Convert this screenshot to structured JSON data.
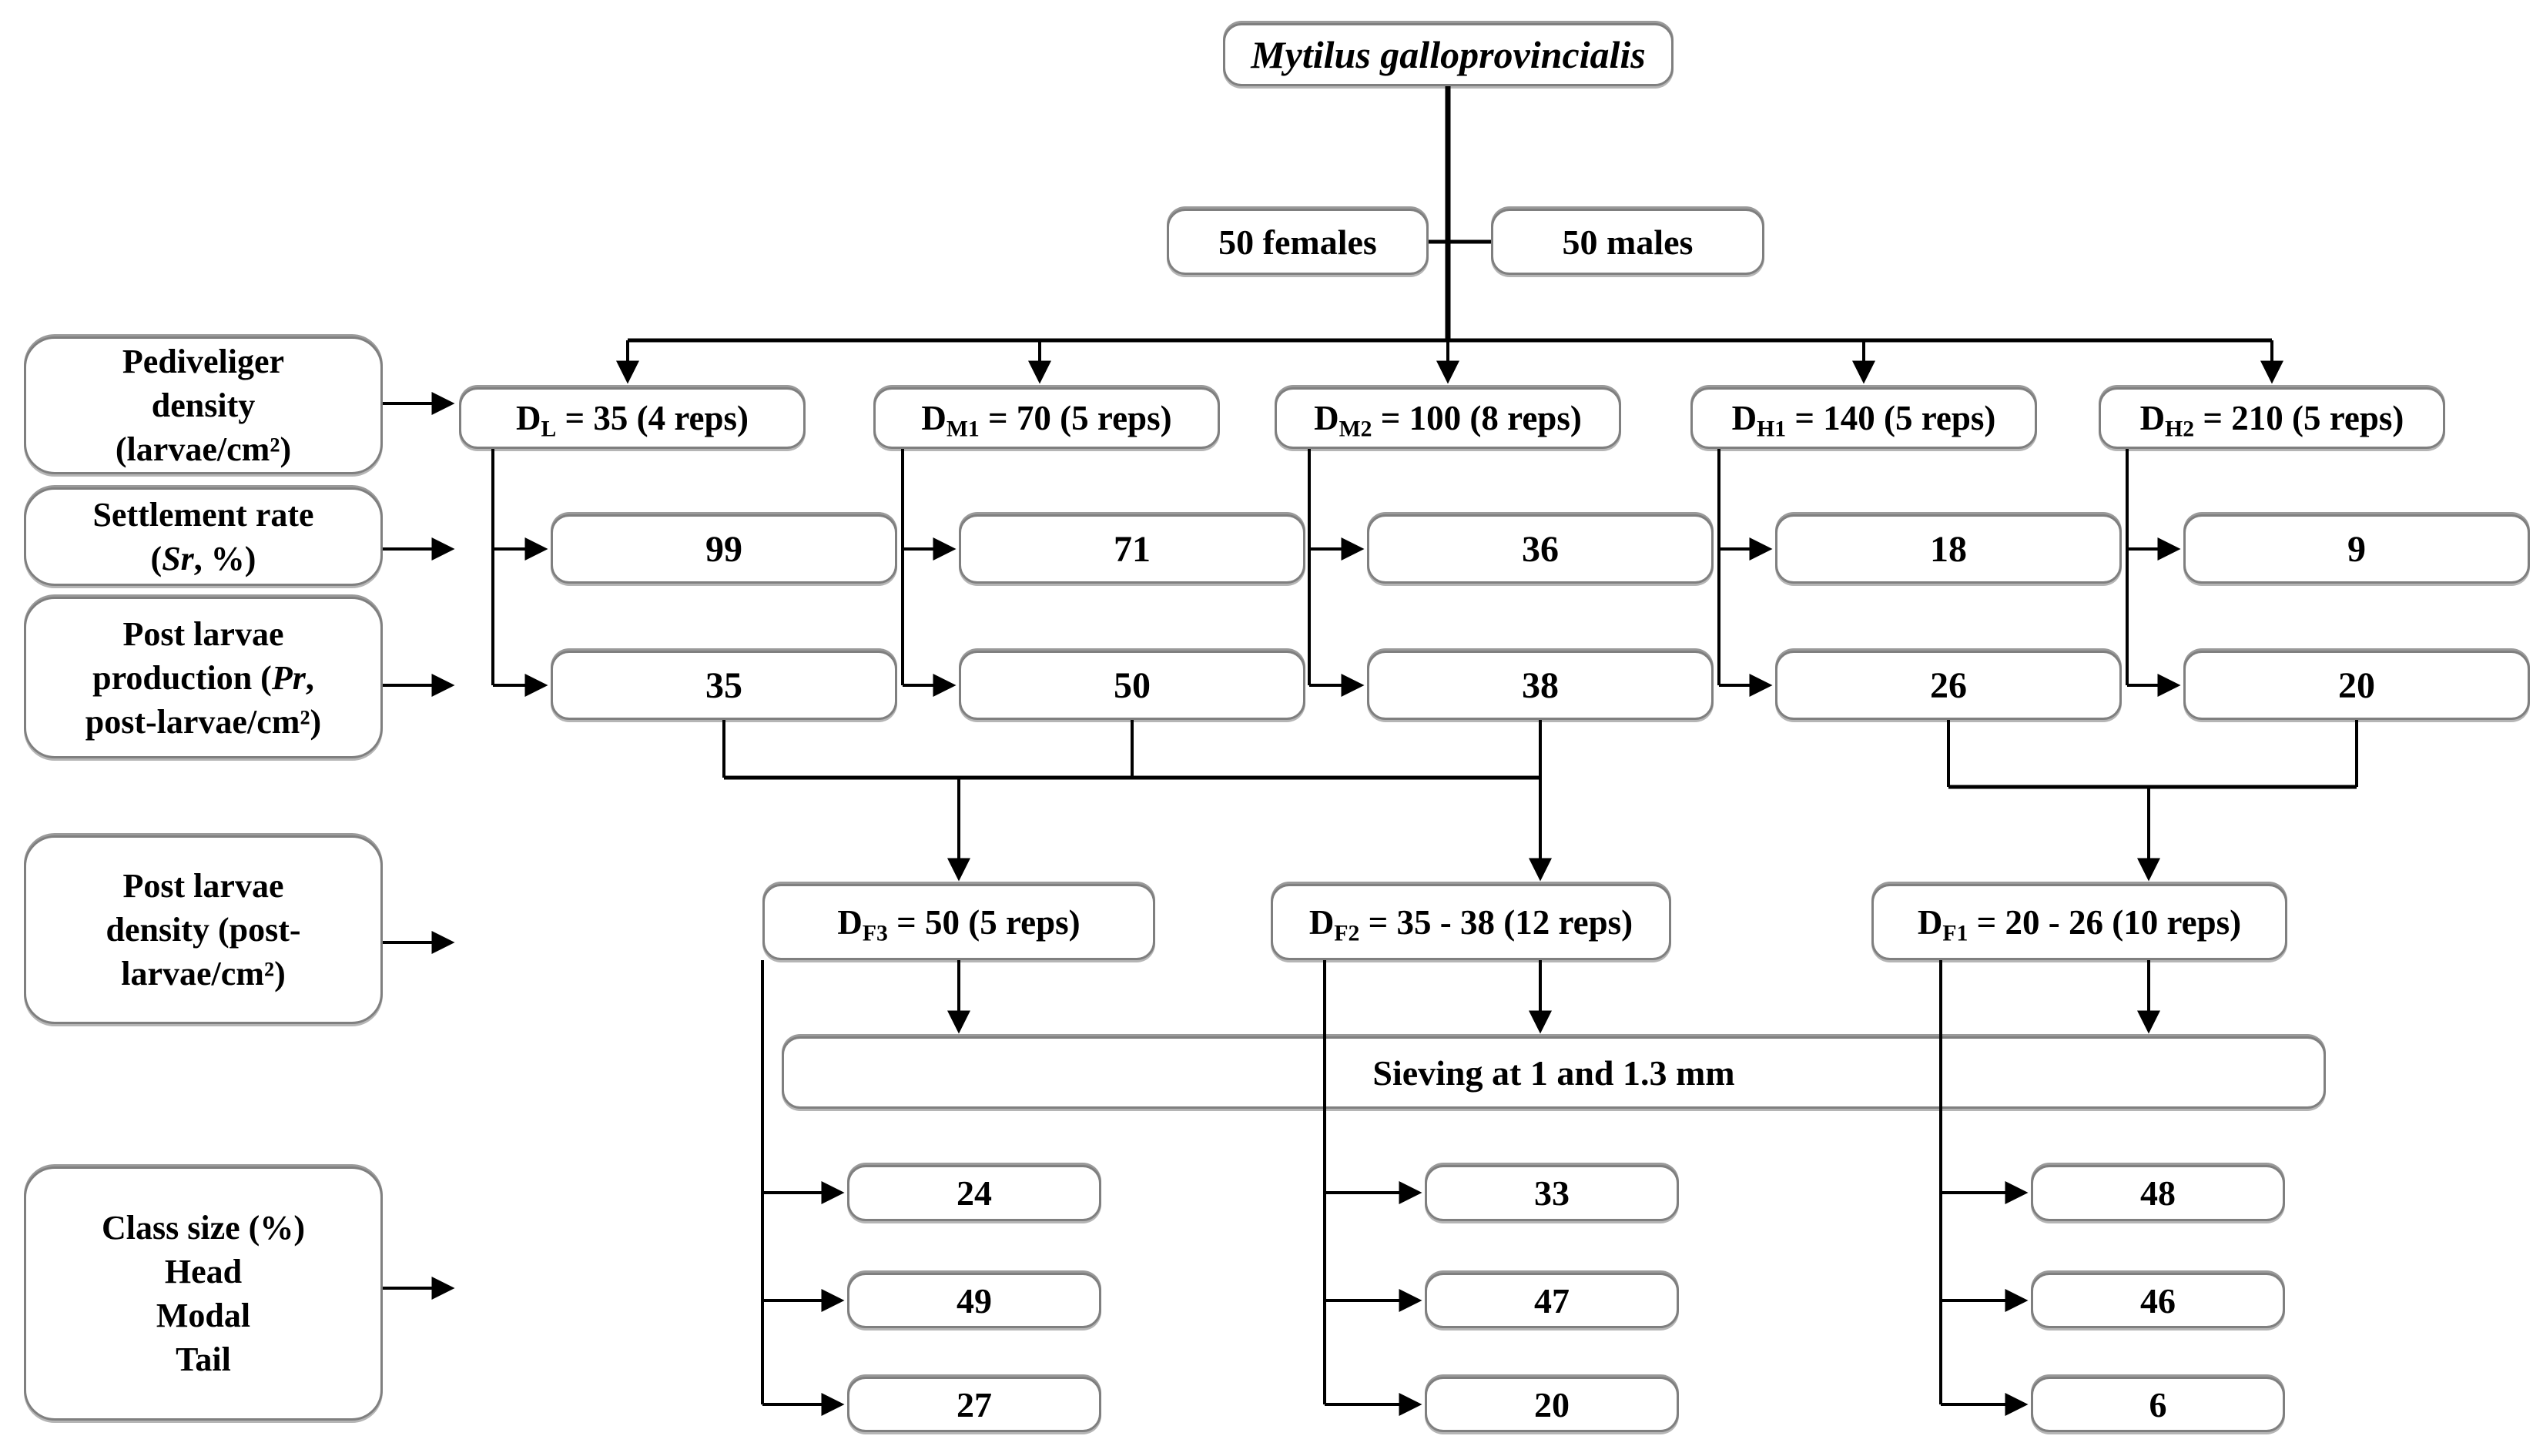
{
  "title": {
    "label": "Mytilus galloprovincialis"
  },
  "parents": {
    "females": "50 females",
    "males": "50 males"
  },
  "side_labels": {
    "pediveliger": {
      "line1": "Pediveliger",
      "line2": "density",
      "line3": "(larvae/cm²)"
    },
    "settlement": {
      "line1": "Settlement rate",
      "line2_pre": "(",
      "line2_it": "Sr",
      "line2_post": ", %)"
    },
    "production": {
      "line1": "Post larvae",
      "line2_pre": "production (",
      "line2_it": "Pr",
      "line2_post": ",",
      "line3": "post-larvae/cm²)"
    },
    "postlarvae_density": {
      "line1": "Post larvae",
      "line2": "density (post-",
      "line3": "larvae/cm²)"
    },
    "class_size": {
      "line1": "Class size (%)",
      "line2": "Head",
      "line3": "Modal",
      "line4": "Tail"
    }
  },
  "density_row": {
    "boxes": [
      {
        "prefix": "D",
        "sub": "L",
        "rest": " = 35 (4 reps)"
      },
      {
        "prefix": "D",
        "sub": "M1",
        "rest": " = 70 (5 reps)"
      },
      {
        "prefix": "D",
        "sub": "M2",
        "rest": " = 100 (8 reps)"
      },
      {
        "prefix": "D",
        "sub": "H1",
        "rest": " = 140 (5 reps)"
      },
      {
        "prefix": "D",
        "sub": "H2",
        "rest": " = 210 (5 reps)"
      }
    ]
  },
  "settlement_row": {
    "values": [
      "99",
      "71",
      "36",
      "18",
      "9"
    ]
  },
  "production_row": {
    "values": [
      "35",
      "50",
      "38",
      "26",
      "20"
    ]
  },
  "fusion_row": {
    "boxes": [
      {
        "prefix": "D",
        "sub": "F3",
        "rest": " = 50 (5 reps)"
      },
      {
        "prefix": "D",
        "sub": "F2",
        "rest": " = 35 - 38 (12 reps)"
      },
      {
        "prefix": "D",
        "sub": "F1",
        "rest": " = 20 - 26 (10 reps)"
      }
    ]
  },
  "sieving": {
    "label": "Sieving at 1 and 1.3 mm"
  },
  "class_rows": {
    "col1": [
      "24",
      "49",
      "27"
    ],
    "col2": [
      "33",
      "47",
      "20"
    ],
    "col3": [
      "48",
      "46",
      "6"
    ]
  },
  "colors": {
    "background": "#ffffff",
    "line": "#000000",
    "box_border": "#7f7f7f",
    "text": "#000000"
  }
}
